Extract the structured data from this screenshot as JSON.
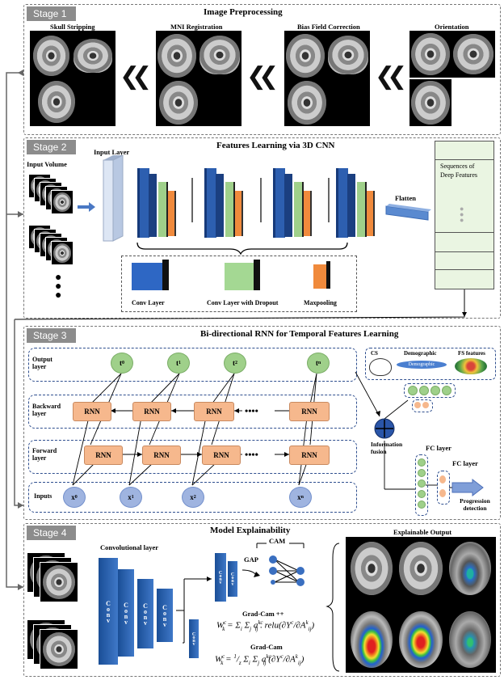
{
  "stage1": {
    "badge": "Stage 1",
    "title": "Image Preprocessing",
    "steps": [
      "Skull Stripping",
      "MNI Registration",
      "Bias Field Correction",
      "Orientation"
    ]
  },
  "stage2": {
    "badge": "Stage 2",
    "title": "Features Learning via 3D CNN",
    "input_volume": "Input Volume",
    "input_layer": "Input Layer",
    "flatten": "Flatten",
    "seq_label": "Sequences of Deep Features",
    "legend": [
      "Conv Layer",
      "Conv Layer with Dropout",
      "Maxpooling"
    ],
    "ellipsis": "•\n•\n•"
  },
  "stage3": {
    "badge": "Stage 3",
    "title": "Bi-directional RNN for Temporal Features Learning",
    "layers": [
      "Output layer",
      "Backward layer",
      "Forward layer",
      "Inputs"
    ],
    "outputs": [
      "t",
      "t",
      "t",
      "t"
    ],
    "output_subs": [
      "0",
      "1",
      "2",
      "n"
    ],
    "inputs": [
      "x",
      "x",
      "x",
      "x"
    ],
    "input_subs": [
      "0",
      "1",
      "2",
      "n"
    ],
    "rnn": "RNN",
    "cs": "CS",
    "demographic": "Demographic",
    "demographic2": "Demographic",
    "fs_features": "FS features",
    "fusion": "Information fusion",
    "fc1": "FC layer",
    "fc2": "FC layer",
    "progression": "Progression detection"
  },
  "stage4": {
    "badge": "Stage 4",
    "title": "Model Explainability",
    "conv_layer": "Convolutional layer",
    "conv": "Conv",
    "cam": "CAM",
    "gap": "GAP",
    "gradcampp": "Grad-Cam  ++",
    "gradcam": "Grad-Cam",
    "output": "Explainable Output"
  }
}
